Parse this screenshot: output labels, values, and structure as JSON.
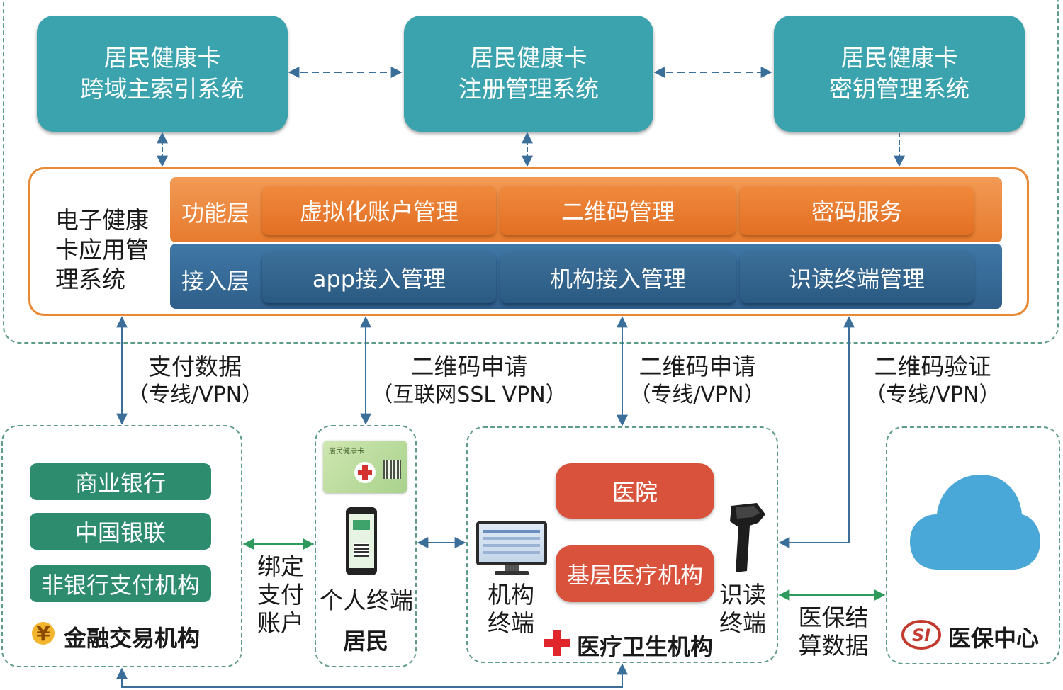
{
  "top_systems": [
    {
      "line1": "居民健康卡",
      "line2": "跨域主索引系统"
    },
    {
      "line1": "居民健康卡",
      "line2": "注册管理系统"
    },
    {
      "line1": "居民健康卡",
      "line2": "密钥管理系统"
    }
  ],
  "app_system": {
    "title": [
      "电子健康",
      "卡应用管",
      "理系统"
    ],
    "function_layer": {
      "label": "功能层",
      "items": [
        "虚拟化账户管理",
        "二维码管理",
        "密码服务"
      ]
    },
    "access_layer": {
      "label": "接入层",
      "items": [
        "app接入管理",
        "机构接入管理",
        "识读终端管理"
      ]
    }
  },
  "connections": [
    {
      "line1": "支付数据",
      "line2": "（专线/VPN）"
    },
    {
      "line1": "二维码申请",
      "line2": "（互联网SSL VPN）"
    },
    {
      "line1": "二维码申请",
      "line2": "（专线/VPN）"
    },
    {
      "line1": "二维码验证",
      "line2": "（专线/VPN）"
    }
  ],
  "finance": {
    "items": [
      "商业银行",
      "中国银联",
      "非银行支付机构"
    ],
    "title": "金融交易机构"
  },
  "bind_label": [
    "绑定",
    "支付",
    "账户"
  ],
  "resident": {
    "card_title": "居民健康卡",
    "terminal_label": "个人终端",
    "title": "居民"
  },
  "medical": {
    "items": [
      "医院",
      "基层医疗机构"
    ],
    "inst_terminal": [
      "机构",
      "终端"
    ],
    "reader_terminal": [
      "识读",
      "终端"
    ],
    "title": "医疗卫生机构"
  },
  "settle_label": [
    "医保结",
    "算数据"
  ],
  "insurance": {
    "logo_text": "SI",
    "title": "医保中心"
  },
  "colors": {
    "teal_box": "#3ba3ae",
    "orange": "#e88a35",
    "navy": "#2f5f8a",
    "green": "#2e8c6e",
    "red": "#d9533c",
    "dashed": "#5e9c86",
    "cloud": "#4aa8d8"
  }
}
